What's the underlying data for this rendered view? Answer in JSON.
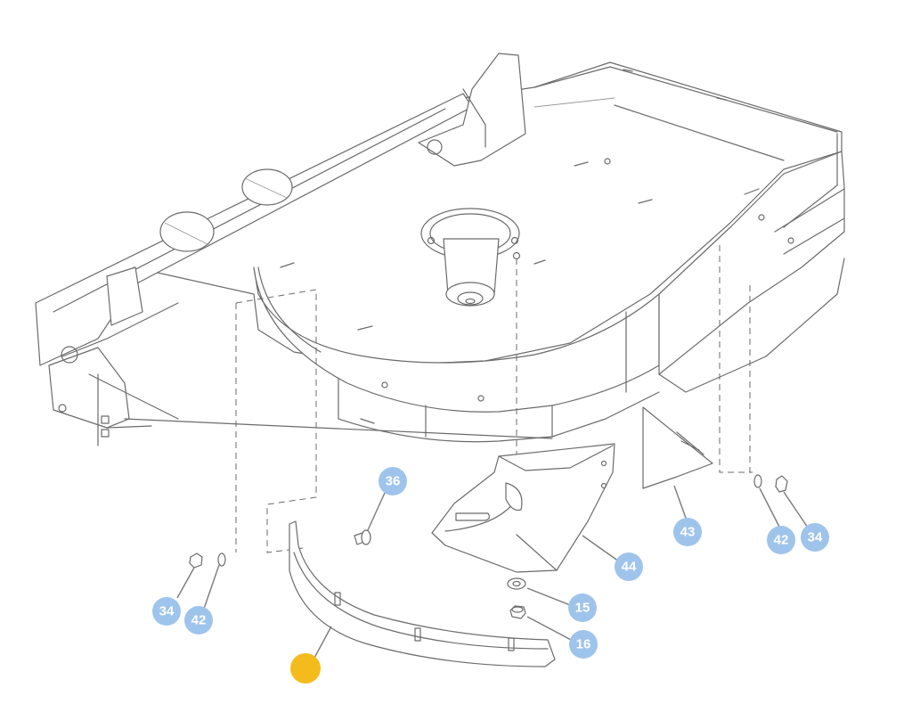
{
  "diagram": {
    "badge_color": "#9fc4ec",
    "highlight_color": "#f4bb1c",
    "callouts": [
      {
        "key": "c36a",
        "label": "36"
      },
      {
        "key": "c43",
        "label": "43"
      },
      {
        "key": "c42r",
        "label": "42"
      },
      {
        "key": "c34r",
        "label": "34"
      },
      {
        "key": "c44",
        "label": "44"
      },
      {
        "key": "c15",
        "label": "15"
      },
      {
        "key": "c16",
        "label": "16"
      },
      {
        "key": "c34l",
        "label": "34"
      },
      {
        "key": "c42l",
        "label": "42"
      }
    ],
    "highlighted_part": "deflector-shield-callout"
  }
}
